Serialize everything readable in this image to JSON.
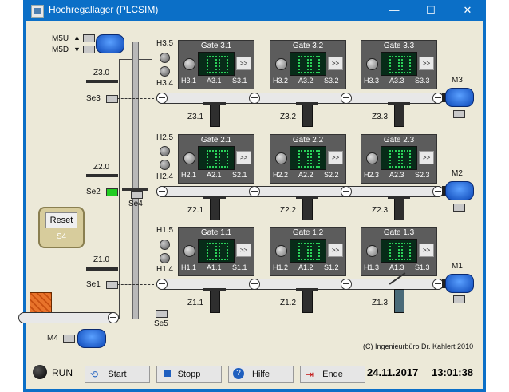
{
  "window": {
    "title": "Hochregallager (PLCSIM)",
    "minimize": "—",
    "maximize": "☐",
    "close": "✕"
  },
  "elevator": {
    "up_label": "M5U",
    "down_label": "M5D",
    "sensors": [
      "Se3",
      "Se2",
      "Se1"
    ],
    "lift_sensor": "Se4",
    "z_labels": [
      "Z3.0",
      "Z2.0",
      "Z1.0"
    ]
  },
  "rows": [
    {
      "lamps": [
        "H3.5",
        "H3.4"
      ],
      "gates": [
        {
          "title": "Gate 3.1",
          "h": "H3.1",
          "a": "A3.1",
          "s": "S3.1",
          "z": "Z3.1"
        },
        {
          "title": "Gate 3.2",
          "h": "H3.2",
          "a": "A3.2",
          "s": "S3.2",
          "z": "Z3.2"
        },
        {
          "title": "Gate 3.3",
          "h": "H3.3",
          "a": "A3.3",
          "s": "S3.3",
          "z": "Z3.3"
        }
      ],
      "motor": "M3"
    },
    {
      "lamps": [
        "H2.5",
        "H2.4"
      ],
      "gates": [
        {
          "title": "Gate 2.1",
          "h": "H2.1",
          "a": "A2.1",
          "s": "S2.1",
          "z": "Z2.1"
        },
        {
          "title": "Gate 2.2",
          "h": "H2.2",
          "a": "A2.2",
          "s": "S2.2",
          "z": "Z2.2"
        },
        {
          "title": "Gate 2.3",
          "h": "H2.3",
          "a": "A2.3",
          "s": "S2.3",
          "z": "Z2.3"
        }
      ],
      "motor": "M2"
    },
    {
      "lamps": [
        "H1.5",
        "H1.4"
      ],
      "gates": [
        {
          "title": "Gate 1.1",
          "h": "H1.1",
          "a": "A1.1",
          "s": "S1.1",
          "z": "Z1.1"
        },
        {
          "title": "Gate 1.2",
          "h": "H1.2",
          "a": "A1.2",
          "s": "S1.2",
          "z": "Z1.2"
        },
        {
          "title": "Gate 1.3",
          "h": "H1.3",
          "a": "A1.3",
          "s": "S1.3",
          "z": "Z1.3"
        }
      ],
      "motor": "M1"
    }
  ],
  "reset": {
    "label": "Reset",
    "sub": "S4"
  },
  "bottom": {
    "motor": "M4",
    "sensor": "Se5"
  },
  "copyright": "(C) Ingenieurbüro Dr. Kahlert 2010",
  "status": {
    "run": "RUN",
    "start": "Start",
    "stop": "Stopp",
    "help": "Hilfe",
    "end": "Ende",
    "date": "24.11.2017",
    "time": "13:01:38"
  },
  "colors": {
    "title_bar": "#0b6fc7",
    "background": "#ece9d8",
    "sensor_active": "#22cc22",
    "gate_display": "#072b18"
  }
}
